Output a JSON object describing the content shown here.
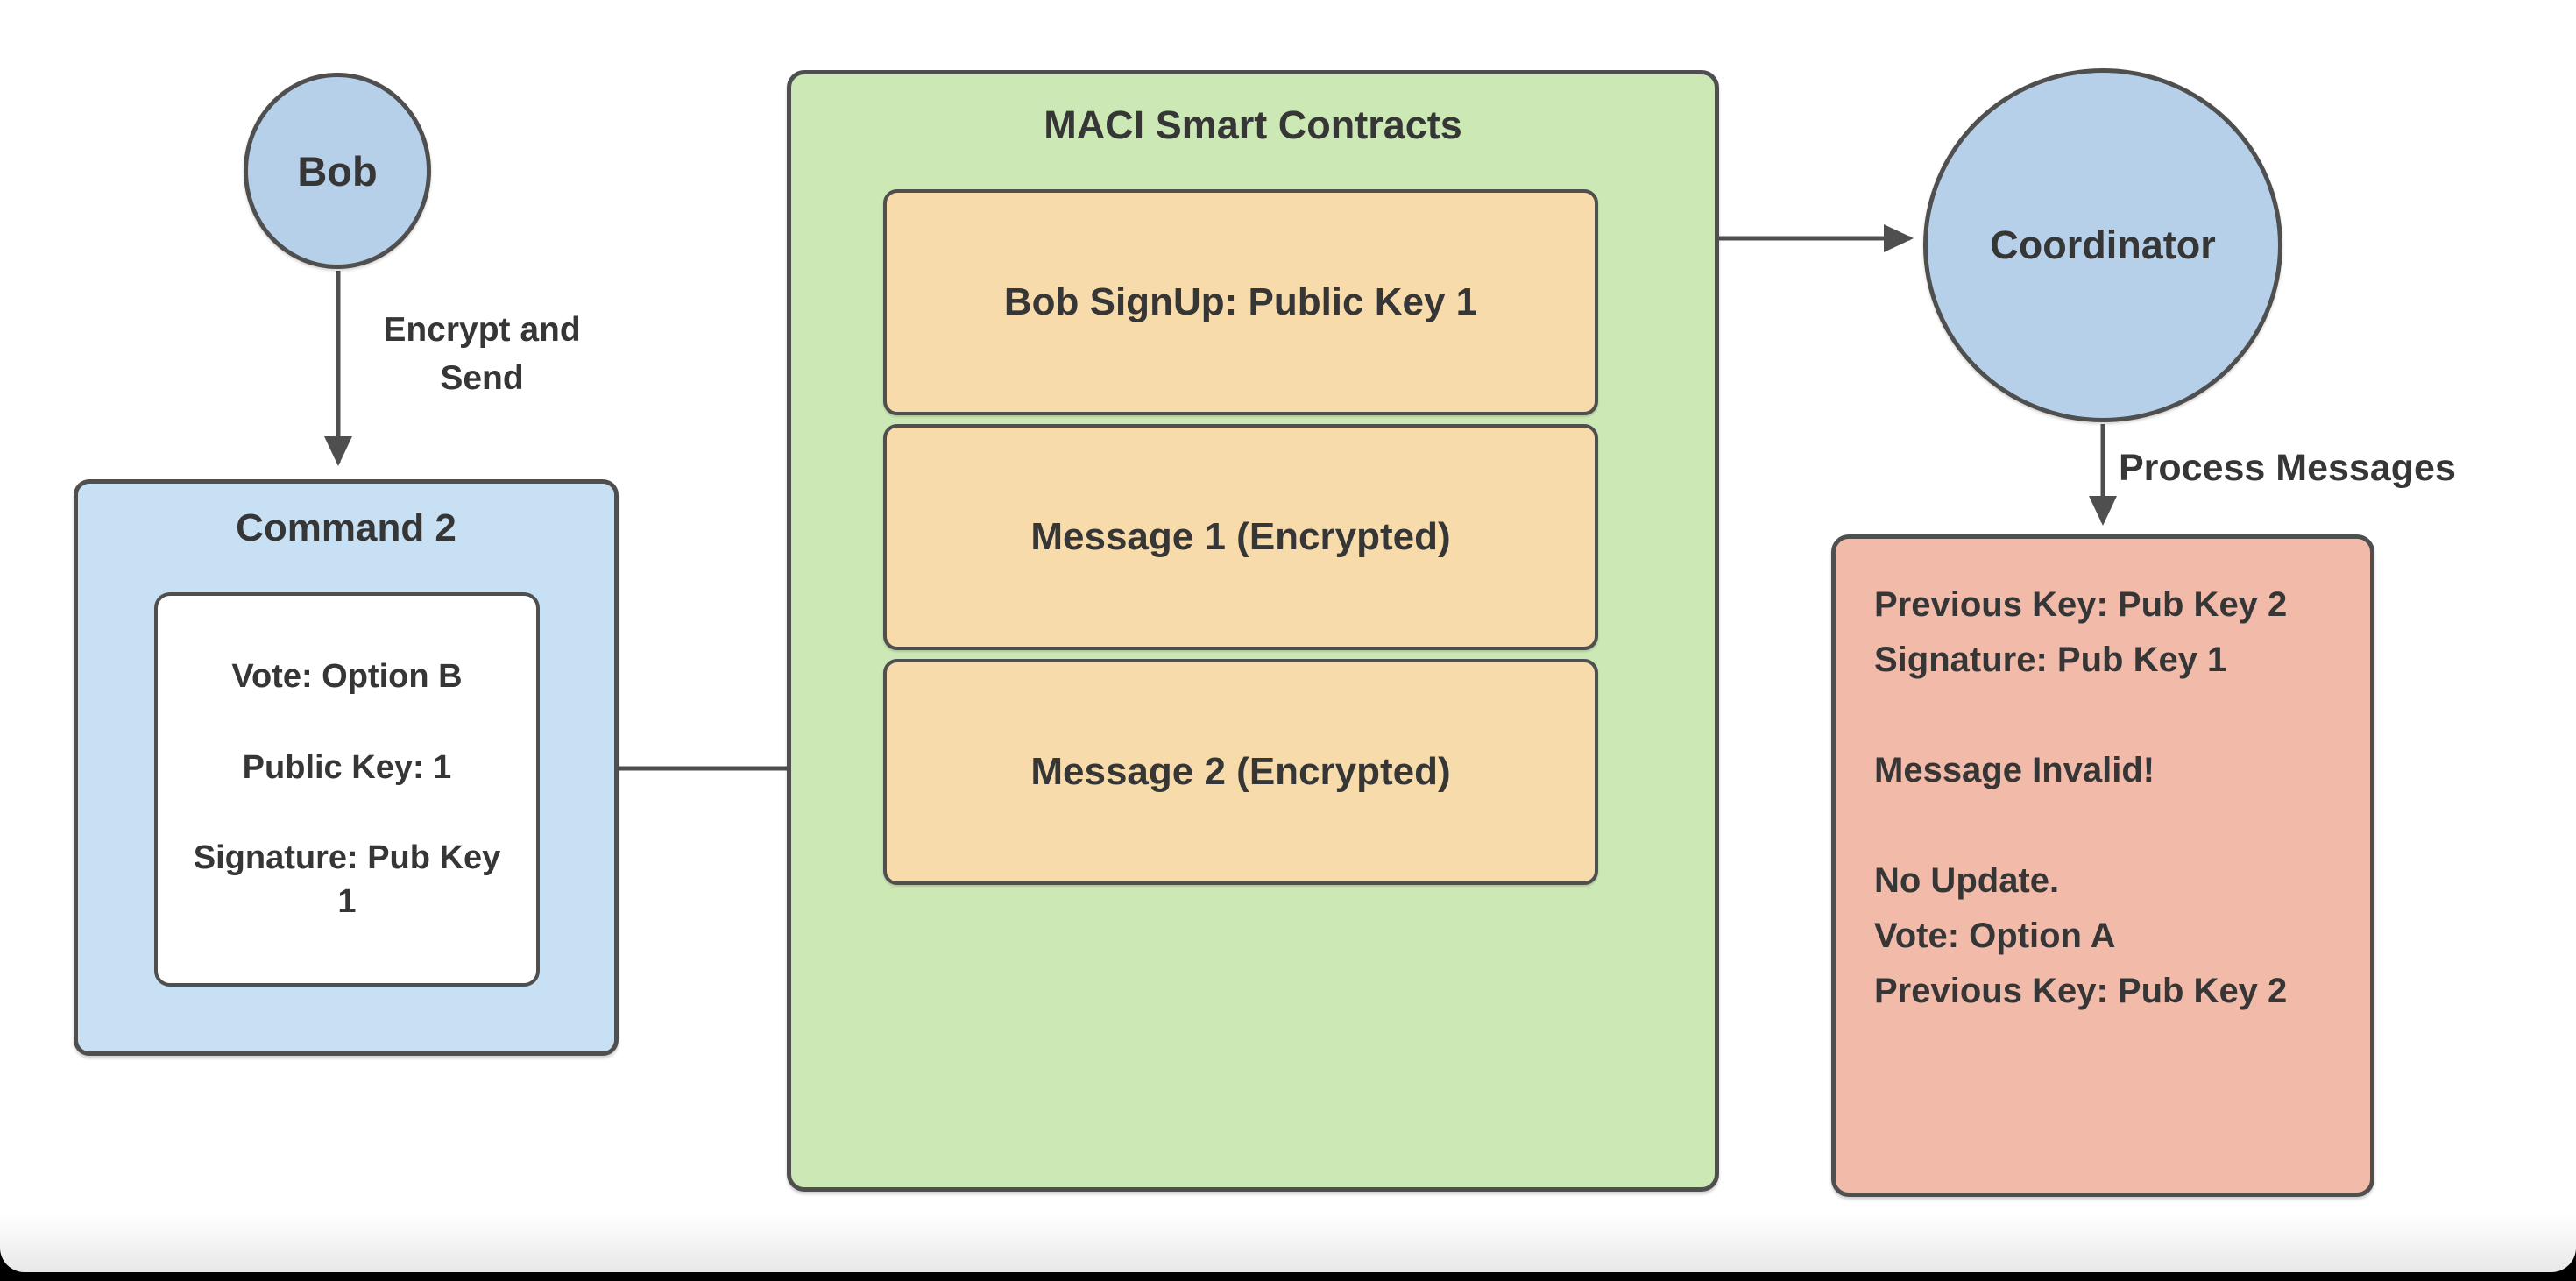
{
  "theme": {
    "canvas_bg": "#ffffff",
    "frame_bg": "#000000",
    "stroke": "#4f4f4f",
    "text": "#363636",
    "node_blue": "#b6d0e9",
    "node_blue_light": "#c8e0f3",
    "node_green": "#cce8b5",
    "node_orange": "#f7dbaa",
    "node_red": "#f1baa9",
    "node_white": "#ffffff"
  },
  "nodes": {
    "bob": {
      "label": "Bob"
    },
    "command": {
      "title": "Command 2",
      "fields": [
        "Vote: Option B",
        "Public Key: 1",
        "Signature: Pub Key 1"
      ]
    },
    "contracts": {
      "title": "MACI Smart Contracts",
      "entries": [
        "Bob SignUp: Public Key 1",
        "Message 1 (Encrypted)",
        "Message 2 (Encrypted)"
      ]
    },
    "coordinator": {
      "label": "Coordinator"
    },
    "result": {
      "lines": [
        "Previous Key: Pub Key 2",
        "Signature: Pub Key 1",
        "",
        "Message Invalid!",
        "",
        "No Update.",
        "Vote: Option A",
        "Previous Key: Pub Key 2"
      ]
    }
  },
  "edges": {
    "encrypt_and_send": {
      "label": "Encrypt and Send"
    },
    "process_messages": {
      "label": "Process Messages"
    }
  }
}
